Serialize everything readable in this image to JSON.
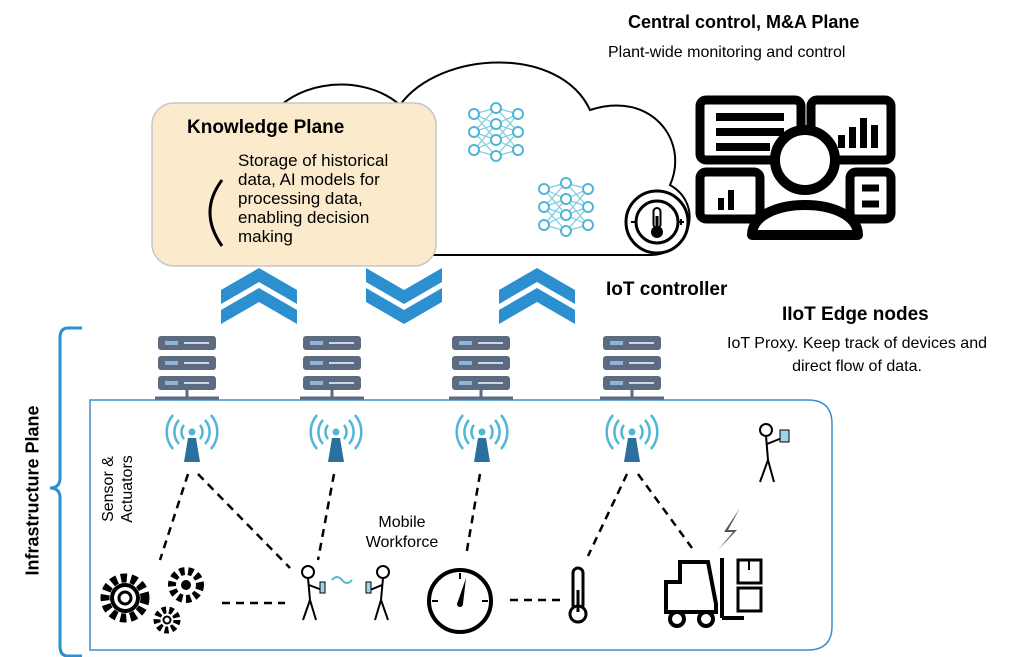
{
  "central_control": {
    "title": "Central control, M&A Plane",
    "subtitle": "Plant-wide monitoring and control"
  },
  "knowledge_plane": {
    "title": "Knowledge Plane",
    "description_lines": [
      "Storage of historical",
      "data, AI models for",
      "processing data,",
      "enabling decision",
      "making"
    ]
  },
  "iot_controller": {
    "label": "IoT controller"
  },
  "edge_nodes": {
    "title": "IIoT Edge nodes",
    "description_lines": [
      "IoT Proxy. Keep track of devices and",
      "direct flow of data."
    ]
  },
  "infrastructure_plane": {
    "label": "Infrastructure Plane"
  },
  "sensors": {
    "label_lines": [
      "Sensor &",
      "Actuators"
    ]
  },
  "mobile_workforce": {
    "label_lines": [
      "Mobile",
      "Workforce"
    ]
  },
  "colors": {
    "accent_blue": "#2b8fd0",
    "knowledge_fill": "#fbeacb",
    "knowledge_border": "#c7c7c7",
    "network_teal": "#4fb6d6",
    "server_slate": "#5d6b80",
    "server_light": "#8fb4d9",
    "text": "#000000"
  },
  "icons": [
    "cloud-icon",
    "neural-network-icon",
    "thermometer-controller-icon",
    "monitoring-dashboard-icon",
    "upload-chevron-icon",
    "download-chevron-icon",
    "server-icon",
    "wireless-antenna-icon",
    "gears-icon",
    "person-icon",
    "gauge-icon",
    "thermometer-icon",
    "forklift-icon",
    "lightning-icon",
    "bracket-icon"
  ]
}
